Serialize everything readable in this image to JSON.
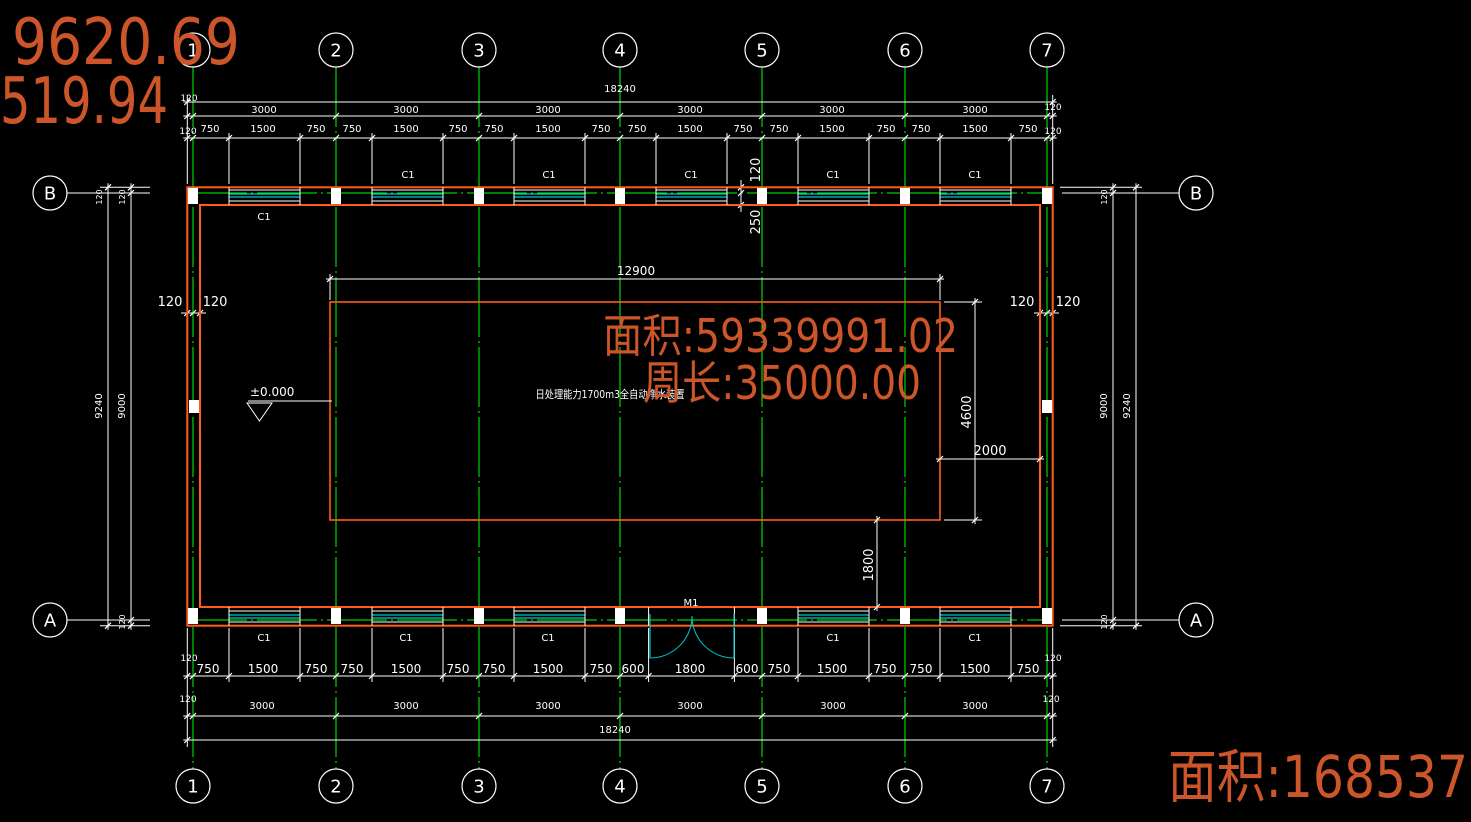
{
  "overlay": {
    "coord_x": "9620.69",
    "coord_y": "519.94",
    "area": "面积:59339991.02",
    "perimeter": "周长:35000.00",
    "area_2": "面积:168537"
  },
  "axes": {
    "columns": [
      "1",
      "2",
      "3",
      "4",
      "5",
      "6",
      "7"
    ],
    "rows": [
      "B",
      "A"
    ]
  },
  "top_dims": {
    "total": "18240",
    "bays": [
      "3000",
      "3000",
      "3000",
      "3000",
      "3000",
      "3000"
    ],
    "bay_ends": [
      "120",
      "120"
    ],
    "segments": [
      "750",
      "1500",
      "750",
      "750",
      "1500",
      "750",
      "750",
      "1500",
      "750",
      "750",
      "1500",
      "750",
      "750",
      "1500",
      "750",
      "750",
      "1500",
      "750"
    ],
    "segment_ends": [
      "120",
      "120"
    ]
  },
  "bottom_dims": {
    "total": "18240",
    "bays": [
      "3000",
      "3000",
      "3000",
      "3000",
      "3000",
      "3000"
    ],
    "bay_ends": [
      "120",
      "120"
    ],
    "segments": [
      "750",
      "1500",
      "750",
      "750",
      "1500",
      "750",
      "750",
      "1500",
      "750",
      "600",
      "1800",
      "600",
      "750",
      "1500",
      "750",
      "750",
      "1500",
      "750"
    ],
    "segment_ends": [
      "120",
      "120"
    ]
  },
  "side_dims": {
    "left": {
      "total": "9240",
      "clear": "9000",
      "wall_top": [
        "120",
        "120"
      ],
      "wall_bottom": [
        "120"
      ]
    },
    "right": {
      "total": "9240",
      "clear": "9000",
      "wall_top": [
        "120"
      ],
      "wall_bottom": [
        "120"
      ]
    }
  },
  "wall_dims": {
    "top_outer": "120",
    "top_inner": "250",
    "left": [
      "120",
      "120"
    ],
    "right": [
      "120",
      "120"
    ]
  },
  "openings": {
    "top_window_tags": [
      "C1",
      "C1",
      "C1",
      "C1",
      "C1",
      "C1"
    ],
    "bottom_window_tags": [
      "C1",
      "C1",
      "C1",
      "C1",
      "C1"
    ],
    "door_tag": "M1"
  },
  "equipment": {
    "label": "日处理能力1700m3全自动净水装置",
    "length": "12900",
    "width": "4600",
    "clearance_side": "2000",
    "clearance_front": "1800"
  },
  "elevation": "±0.000",
  "colors": {
    "background": "#000000",
    "axis": "#00ff00",
    "dimension": "#ffffff",
    "wall": "#ff5a1f",
    "window": "#00c8c8",
    "overlay_text": "#cc552a"
  }
}
